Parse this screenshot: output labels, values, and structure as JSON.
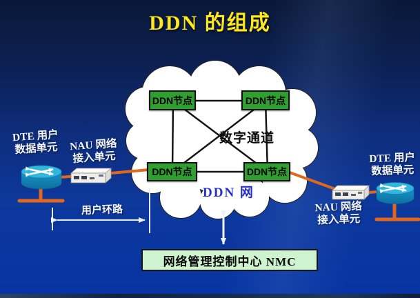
{
  "title": "DDN 的组成",
  "cloud": {
    "network_label": "DDN 网",
    "channel_label": "数字通道",
    "nodes": [
      {
        "label": "DDN节点"
      },
      {
        "label": "DDN节点"
      },
      {
        "label": "DDN节点"
      },
      {
        "label": "DDN节点"
      }
    ]
  },
  "left_site": {
    "dte_label_line1": "DTE 用户",
    "dte_label_line2": "数据单元",
    "nau_label_line1": "NAU 网络",
    "nau_label_line2": "接入单元"
  },
  "right_site": {
    "dte_label_line1": "DTE 用户",
    "dte_label_line2": "数据单元",
    "nau_label_line1": "NAU 网络",
    "nau_label_line2": "接入单元"
  },
  "user_loop": {
    "label": "用户环路"
  },
  "nmc": {
    "label": "网络管理控制中心 NMC"
  },
  "icons": {
    "left_router": "router-icon",
    "right_router": "router-icon",
    "left_nau_device": "network-access-unit-icon",
    "right_nau_device": "network-access-unit-icon",
    "nmc_link": "double-arrow-icon",
    "user_loop_dimension": "dimension-arrow-icon"
  },
  "colors": {
    "background_top": "#0a1838",
    "background_bottom": "#0634a2",
    "title_text": "#ffe81c",
    "node_fill": "#2f9f2f",
    "nmc_fill": "#cdf3cf",
    "ddn_net_text": "#2531c8",
    "link_orange": "#e2661c",
    "router_cyan": "#1a9fd0",
    "cloud_fill": "#ffffff"
  }
}
